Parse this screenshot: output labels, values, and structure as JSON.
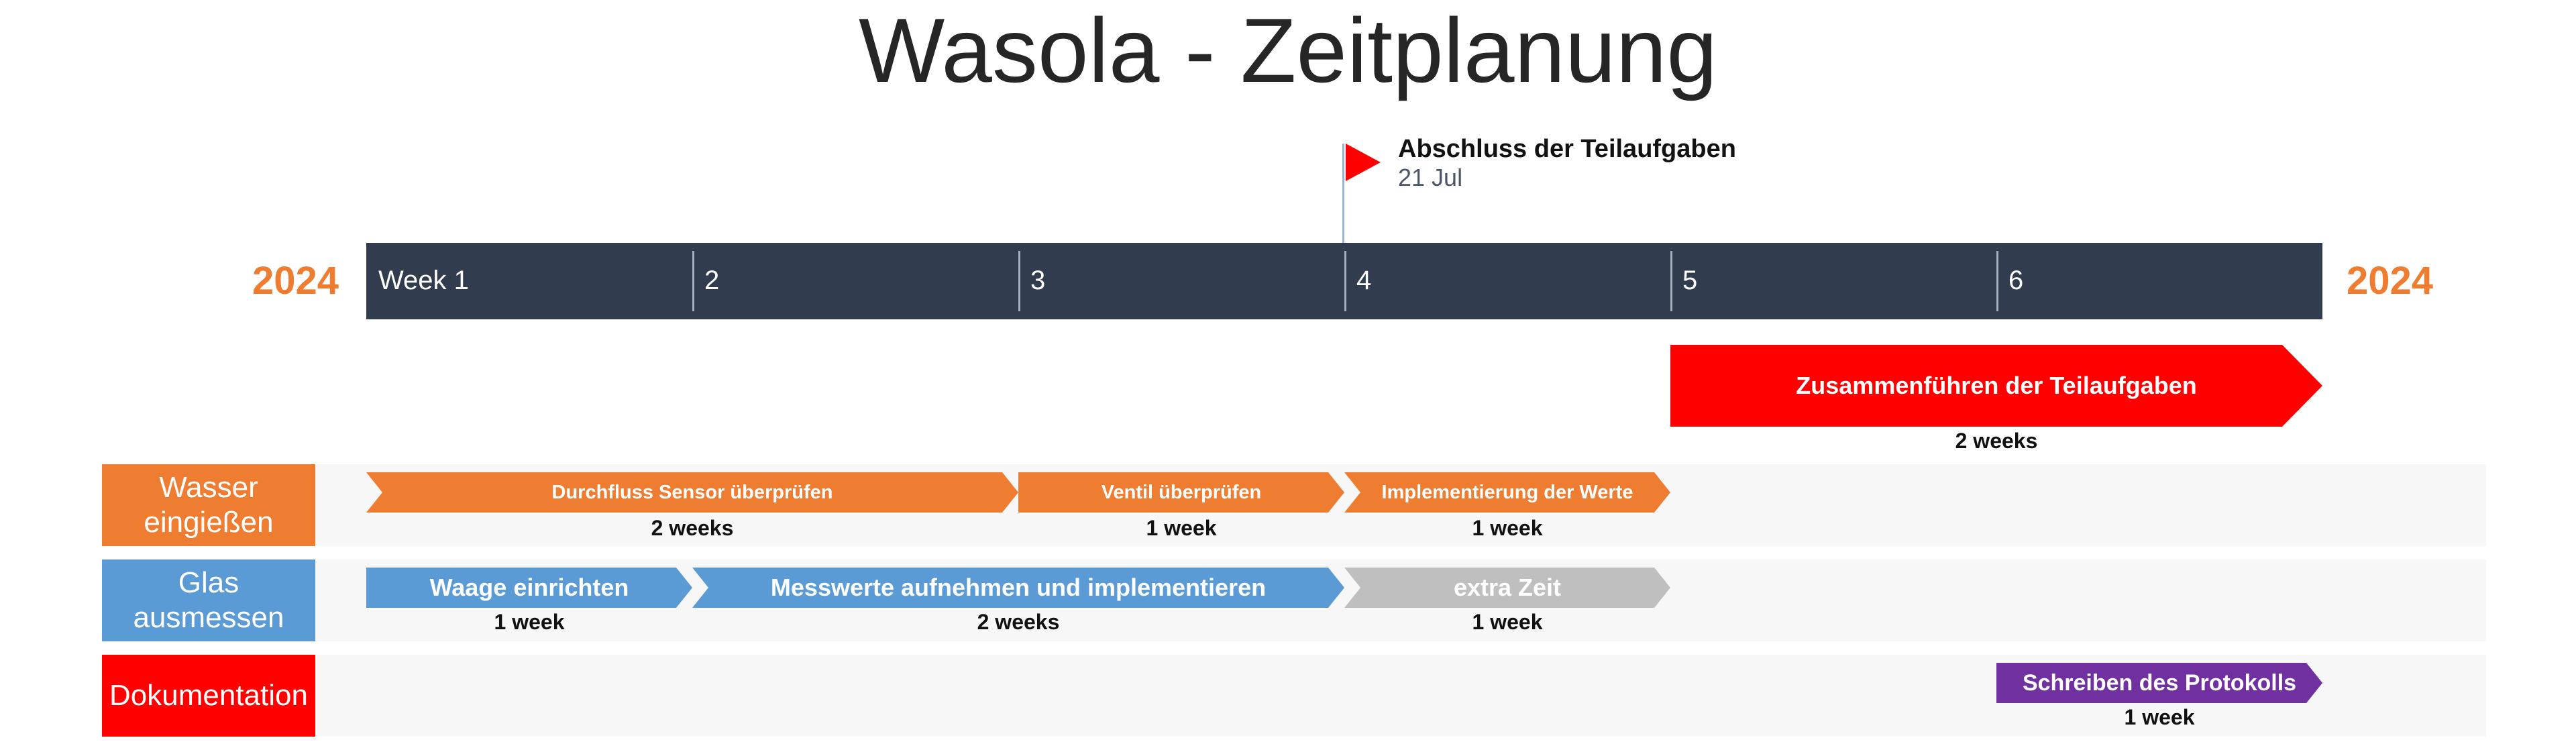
{
  "title": "Wasola - Zeitplanung",
  "year_left": "2024",
  "year_right": "2024",
  "weeks": [
    "Week 1",
    "2",
    "3",
    "4",
    "5",
    "6"
  ],
  "milestone": {
    "title": "Abschluss der Teilaufgaben",
    "date": "21 Jul"
  },
  "lanes": [
    {
      "label": "Wasser eingießen"
    },
    {
      "label": "Glas ausmessen"
    },
    {
      "label": "Dokumentation"
    }
  ],
  "tasks": {
    "merge": {
      "label": "Zusammenführen der Teilaufgaben",
      "duration": "2 weeks"
    },
    "flow_sensor": {
      "label": "Durchfluss Sensor überprüfen",
      "duration": "2 weeks"
    },
    "valve": {
      "label": "Ventil überprüfen",
      "duration": "1 week"
    },
    "implement": {
      "label": "Implementierung der Werte",
      "duration": "1 week"
    },
    "scale": {
      "label": "Waage einrichten",
      "duration": "1 week"
    },
    "measure": {
      "label": "Messwerte aufnehmen und implementieren",
      "duration": "2 weeks"
    },
    "extra": {
      "label": "extra Zeit",
      "duration": "1 week"
    },
    "protocol": {
      "label": "Schreiben des Protokolls",
      "duration": "1 week"
    }
  },
  "colors": {
    "header": "#323c4f",
    "orange": "#ee7d31",
    "blue": "#5b9bd5",
    "red": "#ff0000",
    "gray": "#bfbfbf",
    "purple": "#7030a0"
  }
}
